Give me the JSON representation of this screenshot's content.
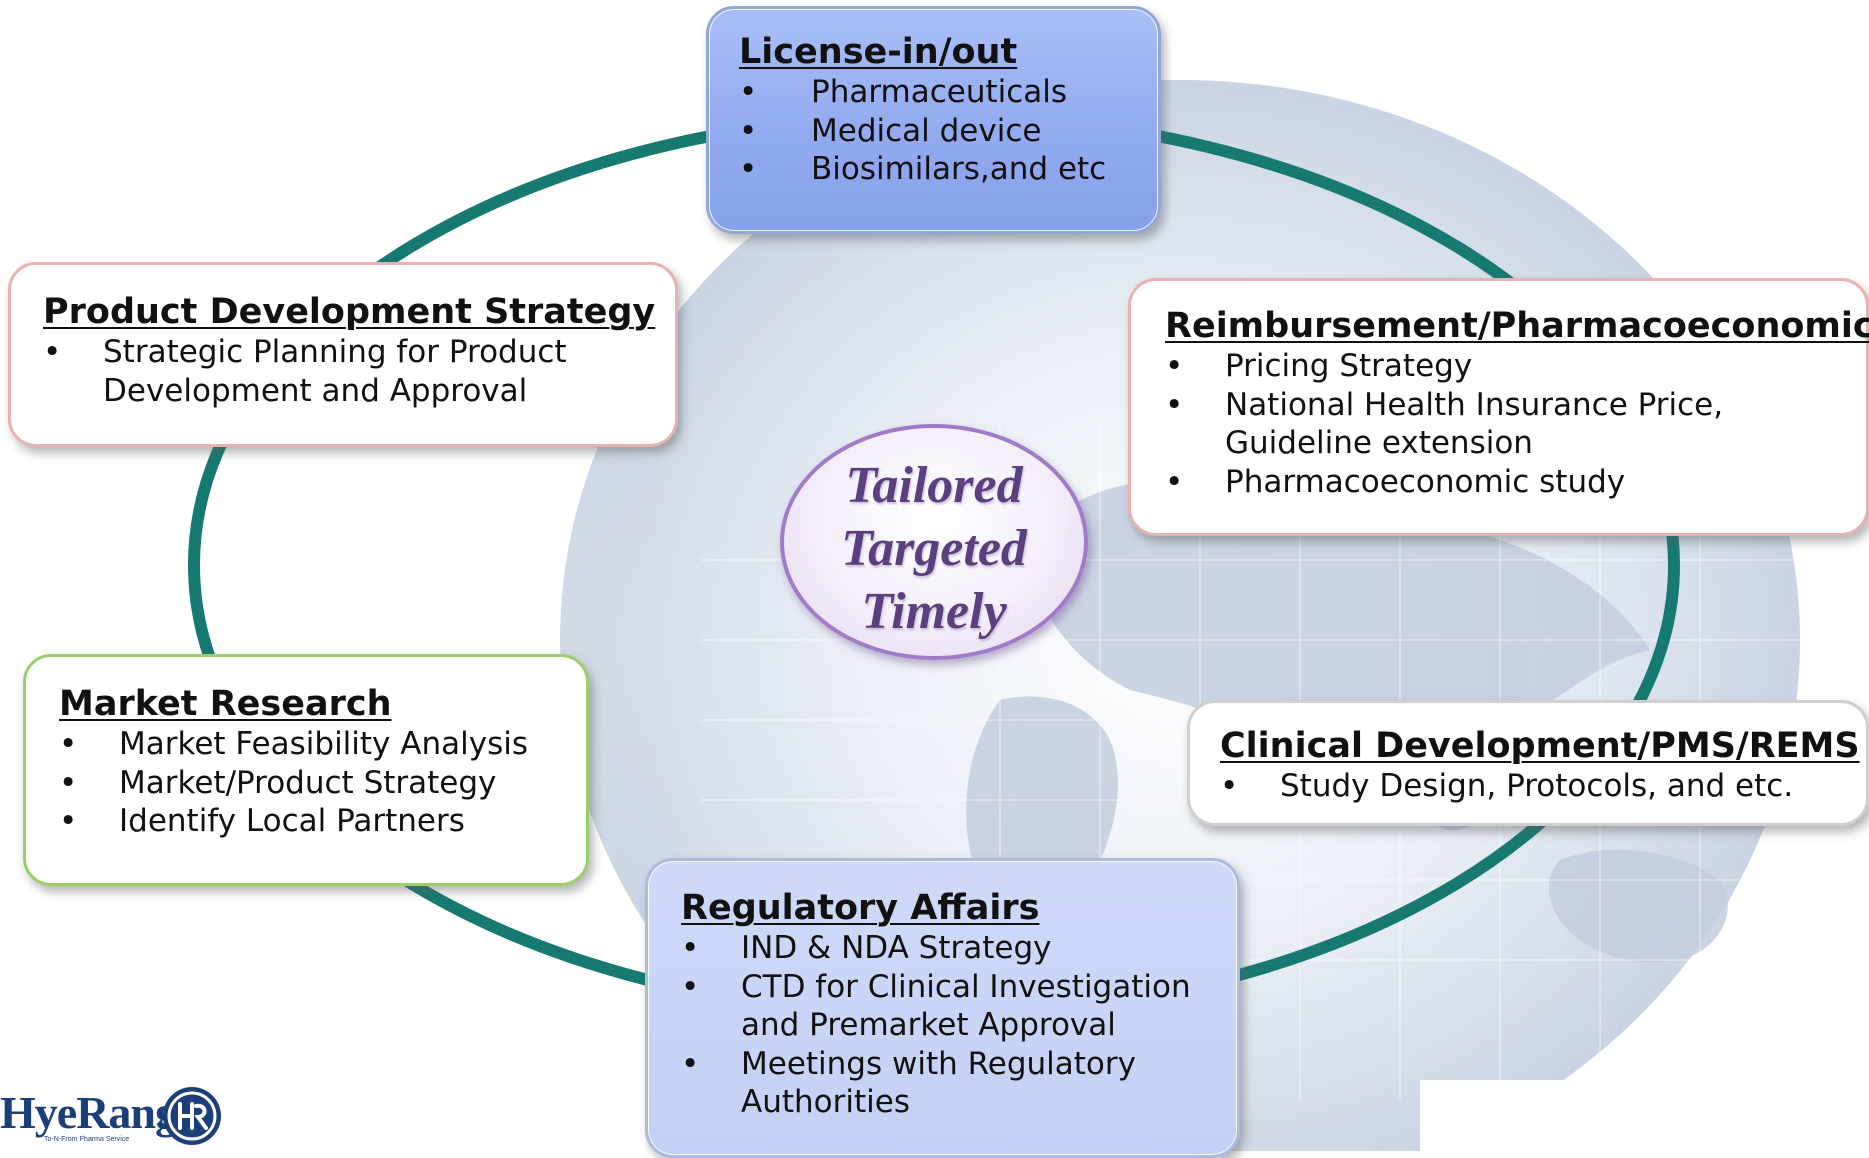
{
  "motto": {
    "line1": "Tailored",
    "line2": "Targeted",
    "line3": "Timely"
  },
  "boxes": {
    "license": {
      "title": "License-in/out",
      "items": [
        "Pharmaceuticals",
        "Medical device",
        "Biosimilars,and etc"
      ]
    },
    "product": {
      "title": "Product Development Strategy",
      "items": [
        "Strategic Planning for Product Development and Approval"
      ]
    },
    "reimbursement": {
      "title": "Reimbursement/Pharmacoeconomic",
      "items": [
        "Pricing Strategy",
        "National Health Insurance Price, Guideline extension",
        "Pharmacoeconomic study"
      ]
    },
    "market": {
      "title": "Market Research",
      "items": [
        "Market Feasibility Analysis",
        "Market/Product Strategy",
        "Identify Local Partners"
      ]
    },
    "clinical": {
      "title": "Clinical Development/PMS/REMS",
      "items": [
        "Study Design, Protocols, and etc."
      ]
    },
    "regulatory": {
      "title": "Regulatory Affairs",
      "items": [
        "IND & NDA Strategy",
        "CTD for Clinical Investigation and Premarket Approval",
        "Meetings with Regulatory Authorities"
      ]
    }
  },
  "bullet": "•",
  "logo": {
    "name": "HyeRang",
    "tagline": "To-N-From Pharma Service"
  },
  "colors": {
    "ring": "#167a73",
    "license_fill": "#92aaf0",
    "regulatory_fill": "#c8d5f7",
    "product_border": "#e8b2b2",
    "market_border": "#9ccf6a",
    "motto_text": "#5b3f7e",
    "motto_border": "#a27bc8",
    "logo_blue": "#1b3f7a"
  }
}
